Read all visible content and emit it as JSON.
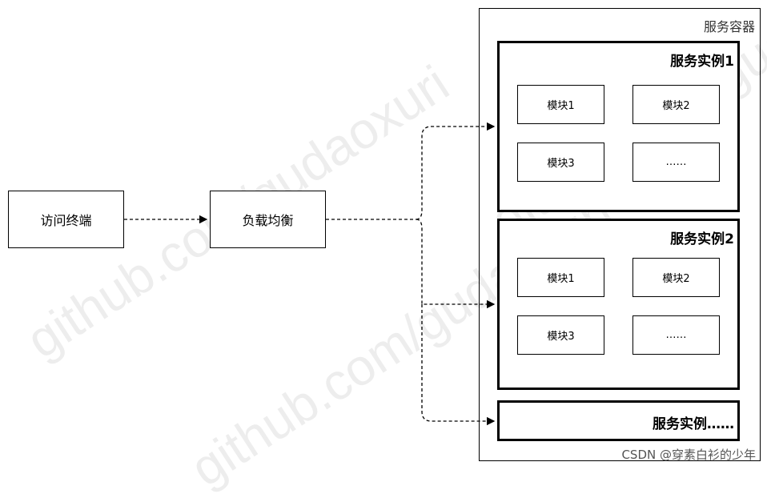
{
  "nodes": {
    "client": "访问终端",
    "lb": "负载均衡",
    "container": "服务容器",
    "instance1": {
      "title": "服务实例1",
      "modules": [
        "模块1",
        "模块2",
        "模块3",
        "……"
      ]
    },
    "instance2": {
      "title": "服务实例2",
      "modules": [
        "模块1",
        "模块2",
        "模块3",
        "……"
      ]
    },
    "instance3": {
      "title": "服务实例……"
    }
  },
  "watermark": {
    "text1": "github.com/gudaoxuri",
    "text2": "github.com/gudaoxuri",
    "text3": "github.com/gudaoxuri"
  },
  "credit": "CSDN @穿素白衫的少年"
}
